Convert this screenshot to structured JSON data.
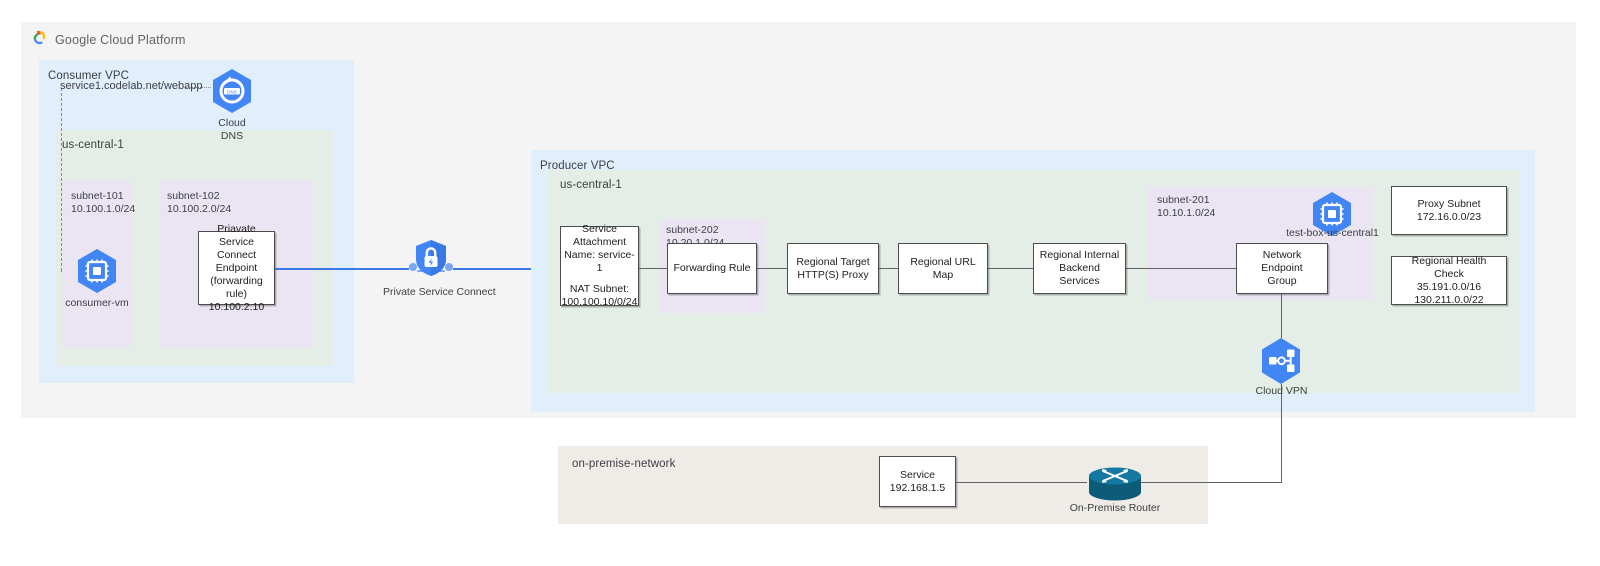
{
  "brand": {
    "logo_icon": "google-cloud-platform-logo",
    "title": "Google Cloud Platform"
  },
  "consumer": {
    "vpc_label": "Consumer VPC",
    "region_label": "us-central-1",
    "dns_record": "service1.codelab.net/webapp",
    "cloud_dns": {
      "icon": "cloud-dns-icon",
      "caption_line1": "Cloud",
      "caption_line2": "DNS"
    },
    "subnets": [
      {
        "name": "subnet-101",
        "cidr": "10.100.1.0/24"
      },
      {
        "name": "subnet-102",
        "cidr": "10.100.2.0/24"
      }
    ],
    "vm": {
      "icon": "compute-engine-vm-icon",
      "label": "consumer-vm"
    },
    "endpoint_box": {
      "line1": "Priavate Service",
      "line2": "Connect Endpoint",
      "line3": "(forwarding rule)",
      "line4": "10.100.2.10"
    }
  },
  "psc": {
    "icon": "private-service-connect-icon",
    "label": "Private Service Connect"
  },
  "producer": {
    "vpc_label": "Producer VPC",
    "region_label": "us-central-1",
    "service_attachment": {
      "line1": "Service",
      "line2": "Attachment",
      "line3": "Name: service-1",
      "line4": "NAT Subnet:",
      "line5": "100.100.10/0/24"
    },
    "subnet_202": {
      "name": "subnet-202",
      "cidr": "10.20.1.0/24"
    },
    "subnet_201": {
      "name": "subnet-201",
      "cidr": "10.10.1.0/24"
    },
    "chain": [
      {
        "id": "forwarding-rule",
        "label": "Forwarding Rule"
      },
      {
        "id": "target-proxy",
        "line1": "Regional Target",
        "line2": "HTTP(S) Proxy"
      },
      {
        "id": "url-map",
        "label": "Regional URL Map"
      },
      {
        "id": "backend-services",
        "line1": "Regional Internal",
        "line2": "Backend Services"
      },
      {
        "id": "network-endpoint-group",
        "line1": "Network Endpoint",
        "line2": "Group"
      }
    ],
    "test_box": {
      "icon": "compute-engine-vm-icon",
      "label": "test-box-us-central1"
    },
    "proxy_subnet": {
      "line1": "Proxy Subnet",
      "line2": "172.16.0.0/23"
    },
    "health_check": {
      "line1": "Regional Health Check",
      "line2": "35.191.0.0/16",
      "line3": "130.211.0.0/22"
    },
    "cloud_vpn": {
      "icon": "cloud-vpn-icon",
      "label": "Cloud VPN"
    }
  },
  "onpremise": {
    "network_label": "on-premise-network",
    "service": {
      "line1": "Service",
      "line2": "192.168.1.5"
    },
    "router": {
      "icon": "on-premise-router-icon",
      "label": "On-Premise Router"
    }
  },
  "colors": {
    "canvas_bg": "#f4f4f4",
    "vpc_bg": "#e1effc",
    "region_bg": "#e4eee6",
    "subnet_bg": "#ebe5f3",
    "onprem_bg": "#efece8",
    "gcp_blue": "#4285f4",
    "link_blue": "#3b78e7",
    "link_gray": "#5f6368",
    "router_teal": "#0f6b8c"
  }
}
